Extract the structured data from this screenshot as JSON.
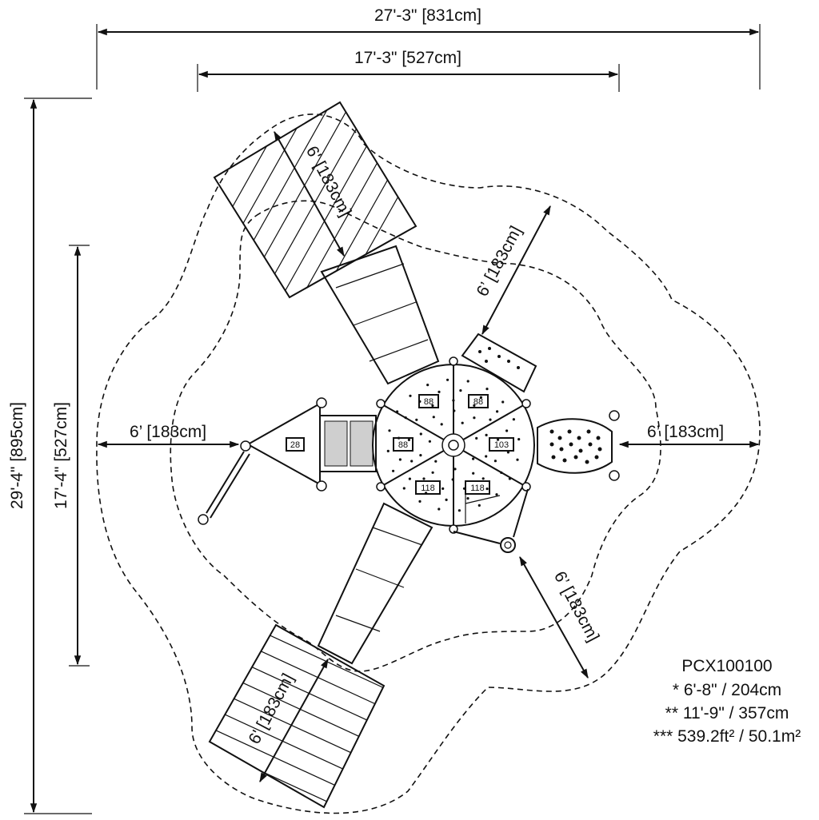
{
  "dimensions": {
    "overall_width": "27'-3\" [831cm]",
    "inner_width": "17'-3\" [527cm]",
    "overall_depth": "29'-4\" [895cm]",
    "inner_depth": "17'-4\" [527cm]",
    "clearance": "6' [183cm]",
    "clearance_alt": "6’ [183cm]"
  },
  "component_tags": {
    "triangle_deck": "28",
    "panel_top_left": "88",
    "panel_top_right": "88",
    "panel_mid_left": "88",
    "panel_mid_right": "103",
    "panel_bottom_left": "118",
    "panel_bottom_right": "118"
  },
  "spec": {
    "model": "PCX100100",
    "height_1": "* 6'-8\" / 204cm",
    "height_2": "** 11'-9\" / 357cm",
    "area": "*** 539.2ft² / 50.1m²"
  }
}
